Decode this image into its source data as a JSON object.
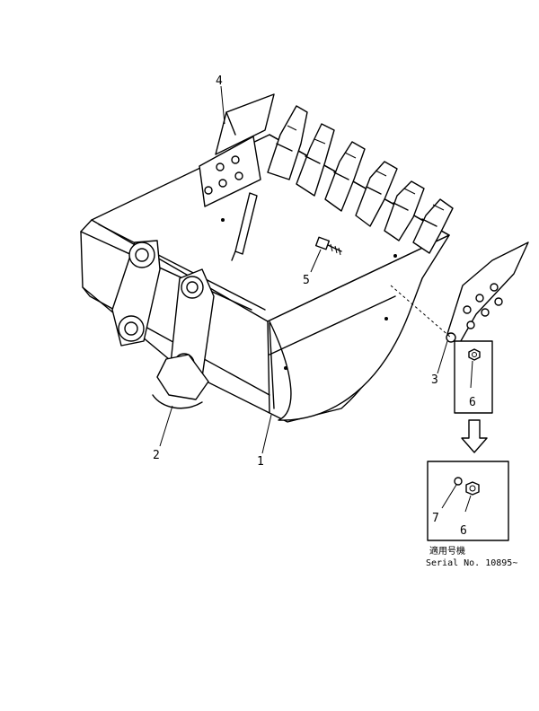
{
  "callouts": {
    "p1": "1",
    "p2": "2",
    "p3": "3",
    "p4": "4",
    "p5": "5",
    "p6": "6",
    "p6b": "6",
    "p7": "7"
  },
  "serial_note": {
    "jp": "適用号機",
    "serial": "Serial  No. 10895~"
  },
  "icons": [
    "down-arrow-icon"
  ]
}
